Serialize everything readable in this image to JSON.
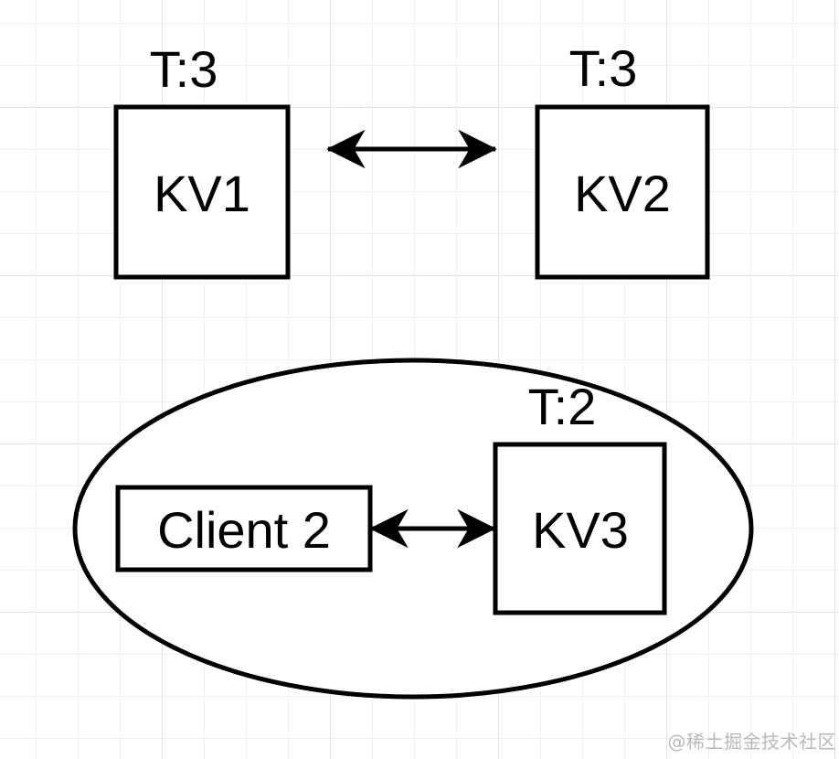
{
  "diagram": {
    "type": "distributed-kv-partition-diagram",
    "nodes": {
      "kv1": {
        "label": "KV1",
        "tag": "T:3"
      },
      "kv2": {
        "label": "KV2",
        "tag": "T:3"
      },
      "client2": {
        "label": "Client 2"
      },
      "kv3": {
        "label": "KV3",
        "tag": "T:2"
      }
    },
    "connections": [
      {
        "from": "KV1",
        "to": "KV2",
        "style": "double-arrow"
      },
      {
        "from": "Client 2",
        "to": "KV3",
        "style": "double-arrow"
      }
    ],
    "groups": [
      {
        "shape": "ellipse",
        "contains": [
          "Client 2",
          "KV3"
        ]
      }
    ]
  },
  "watermark": {
    "text": "@稀土掘金技术社区"
  },
  "colors": {
    "stroke": "#000000",
    "text": "#000000",
    "background": "#ffffff",
    "grid_minor": "#f2f2f2",
    "grid_major": "#e2e2e2",
    "watermark": "#b9b9b9"
  }
}
